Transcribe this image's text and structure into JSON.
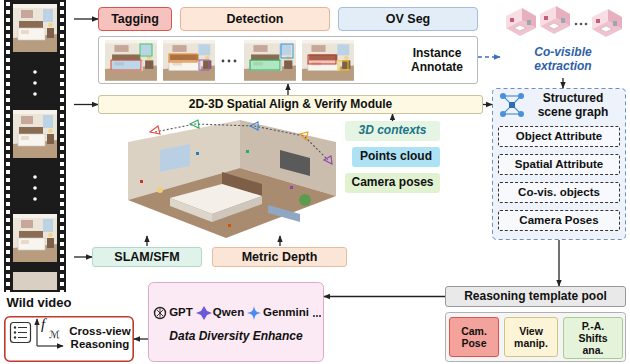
{
  "diagram": {
    "nodes": [
      {
        "text": [
          "Wild video"
        ]
      },
      {
        "text": [
          "Tagging"
        ]
      },
      {
        "text": [
          "Detection"
        ]
      },
      {
        "text": [
          "OV Seg"
        ]
      },
      {
        "text": [
          "Instance Annotate"
        ]
      },
      {
        "text": [
          "Co-visible extraction"
        ]
      },
      {
        "text": [
          "2D-3D Spatial Align & Verify Module"
        ]
      },
      {
        "text": [
          "3D contexts"
        ]
      },
      {
        "text": [
          "Points cloud"
        ]
      },
      {
        "text": [
          "Camera poses"
        ]
      },
      {
        "text": [
          "SLAM/SFM"
        ]
      },
      {
        "text": [
          "Metric Depth"
        ]
      },
      {
        "text": [
          "Structured scene graph"
        ]
      },
      {
        "text": [
          "Object Attribute"
        ],
        "in": 12
      },
      {
        "text": [
          "Spatial Attribute"
        ],
        "in": 12
      },
      {
        "text": [
          "Co-vis. objects"
        ],
        "in": 12
      },
      {
        "text": [
          "Camera Poses"
        ],
        "in": 12
      },
      {
        "text": [
          "Reasoning template pool"
        ]
      },
      {
        "text": [
          "Cam. Pose"
        ]
      },
      {
        "text": [
          "View manip."
        ]
      },
      {
        "text": [
          "P.-A. Shifts ana."
        ]
      },
      {
        "text": [
          "GPT",
          "Qwen",
          "Genmini",
          "Data Diversity Enhance"
        ]
      },
      {
        "text": [
          "Cross-view Reasoning"
        ]
      }
    ],
    "edges": [
      {
        "from": 0,
        "to": 1,
        "arrow": "to"
      },
      {
        "from": 0,
        "to": 6,
        "arrow": "to"
      },
      {
        "from": 0,
        "to": 10,
        "arrow": "to"
      },
      {
        "from": 6,
        "to": 4,
        "arrow": "to"
      },
      {
        "from": 7,
        "to": 6,
        "arrow": "to"
      },
      {
        "from": 4,
        "to": 5,
        "arrow": "to"
      },
      {
        "from": 5,
        "to": 12,
        "arrow": "to"
      },
      {
        "from": 6,
        "to": 12,
        "arrow": "to"
      },
      {
        "from": 12,
        "to": 17,
        "arrow": "to"
      },
      {
        "from": 17,
        "to": 21,
        "arrow": "to"
      },
      {
        "from": 21,
        "to": 22,
        "arrow": "to"
      }
    ],
    "labels": [
      "f",
      "ℳ"
    ]
  }
}
